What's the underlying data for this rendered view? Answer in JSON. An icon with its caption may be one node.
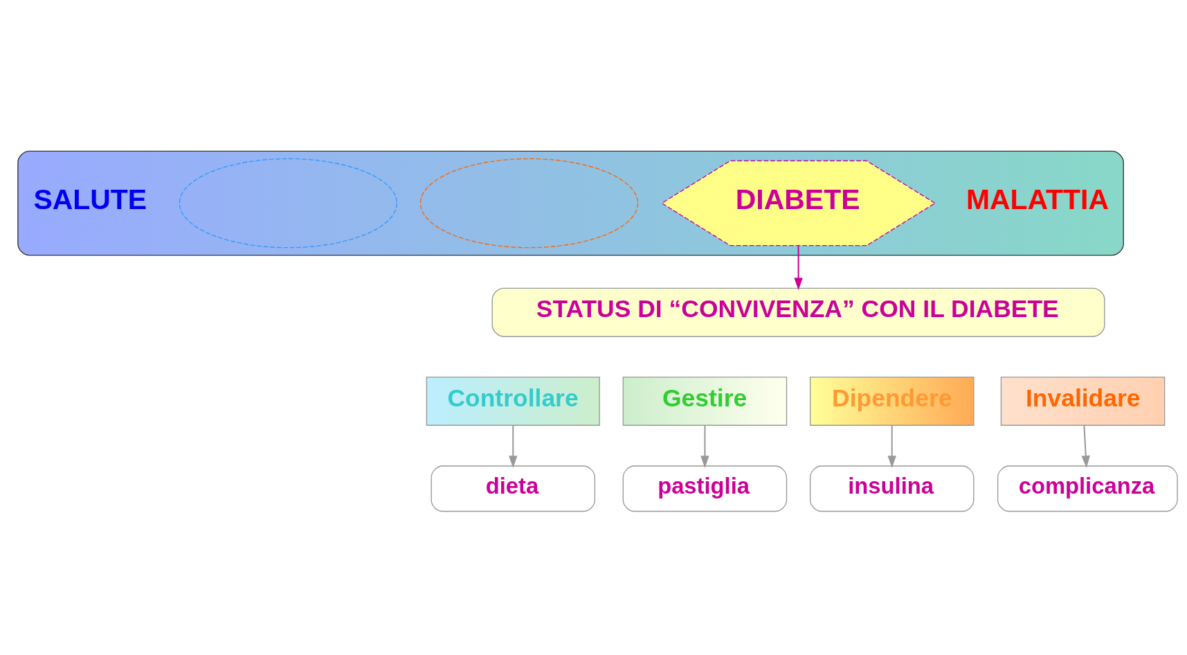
{
  "diagram": {
    "nodes": [
      {
        "text": [
          "SALUTE",
          "MALATTIA"
        ]
      },
      {
        "text": [],
        "shape": "ellipse",
        "in": 0
      },
      {
        "text": [],
        "shape": "ellipse",
        "in": 0
      },
      {
        "text": [
          "DIABETE"
        ],
        "in": 0
      },
      {
        "text": [
          "STATUS DI “CONVIVENZA” CON IL DIABETE"
        ]
      },
      {
        "text": [
          "Controllare"
        ]
      },
      {
        "text": [
          "Gestire"
        ]
      },
      {
        "text": [
          "Dipendere"
        ]
      },
      {
        "text": [
          "Invalidare"
        ]
      },
      {
        "text": [
          "dieta"
        ]
      },
      {
        "text": [
          "pastiglia"
        ]
      },
      {
        "text": [
          "insulina"
        ]
      },
      {
        "text": [
          "complicanza"
        ]
      }
    ],
    "edges": [
      {
        "from": 3,
        "to": 4,
        "arrow": "to",
        "color": "#cc0099"
      },
      {
        "from": 5,
        "to": 9,
        "arrow": "to"
      },
      {
        "from": 6,
        "to": 10,
        "arrow": "to"
      },
      {
        "from": 7,
        "to": 11,
        "arrow": "to"
      },
      {
        "from": 8,
        "to": 12,
        "arrow": "to"
      }
    ]
  }
}
